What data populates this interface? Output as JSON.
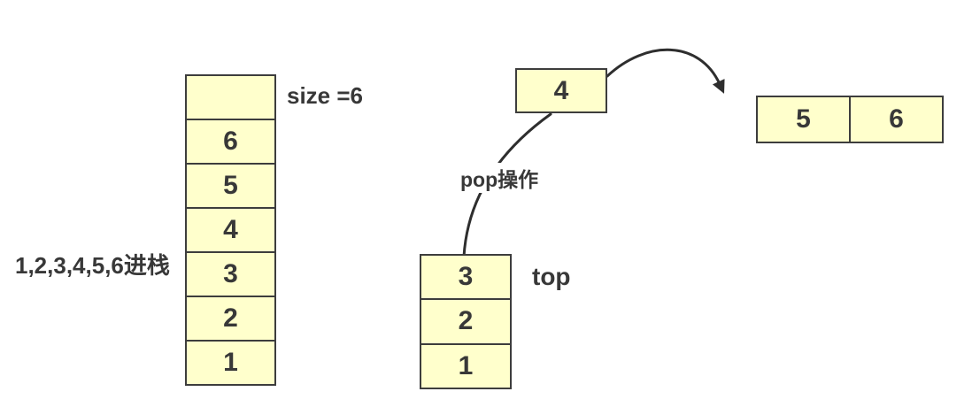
{
  "colors": {
    "background": "#ffffff",
    "cell_fill": "#ffffcc",
    "cell_border": "#3d3d3d",
    "text": "#383838",
    "line": "#2e2e2e"
  },
  "full_stack": {
    "push_label": "1,2,3,4,5,6进栈",
    "size_label": "size =6",
    "cells": [
      "",
      "6",
      "5",
      "4",
      "3",
      "2",
      "1"
    ]
  },
  "current_stack": {
    "cells": [
      "3",
      "2",
      "1"
    ],
    "top_label": "top"
  },
  "popped_element": "4",
  "pop_operation_label": "pop操作",
  "popped_out_row": {
    "cells": [
      "5",
      "6"
    ]
  }
}
